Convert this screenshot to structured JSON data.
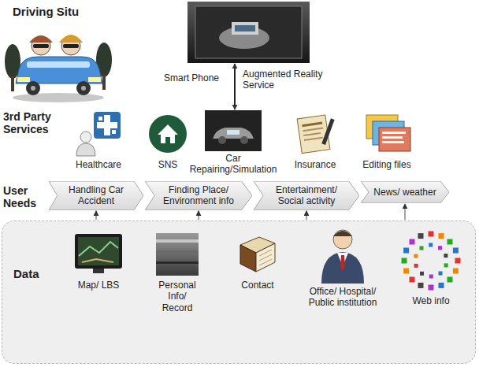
{
  "diagram": {
    "nodes": [
      {
        "text": [
          "Smart Phone"
        ]
      },
      {
        "text": [
          "Healthcare"
        ]
      },
      {
        "text": [
          "SNS"
        ]
      },
      {
        "text": [
          "Car Repairing/Simulation"
        ]
      },
      {
        "text": [
          "Insurance"
        ]
      },
      {
        "text": [
          "Editing files"
        ]
      },
      {
        "text": [
          "Handling Car Accident"
        ]
      },
      {
        "text": [
          "Finding Place/ Environment info"
        ]
      },
      {
        "text": [
          "Entertainment/ Social activity"
        ]
      },
      {
        "text": [
          "News/ weather"
        ]
      },
      {
        "text": [
          "Data"
        ]
      },
      {
        "text": [
          "Map/ LBS"
        ],
        "in": 10
      },
      {
        "text": [
          "Personal Info/ Record"
        ],
        "in": 10
      },
      {
        "text": [
          "Contact"
        ],
        "in": 10
      },
      {
        "text": [
          "Office/ Hospital/ Public institution"
        ],
        "in": 10
      },
      {
        "text": [
          "Web info"
        ],
        "in": 10
      }
    ],
    "edges": [
      {
        "from": 0,
        "to": 3,
        "label": "Augmented Reality Service",
        "arrow": "both"
      },
      {
        "from": 10,
        "to": 6,
        "arrow": "to"
      },
      {
        "from": 10,
        "to": 7,
        "arrow": "to"
      },
      {
        "from": 10,
        "to": 8,
        "arrow": "to"
      },
      {
        "from": 10,
        "to": 9,
        "arrow": "to"
      }
    ],
    "labels": [
      "Driving Situ",
      "3rd Party Services",
      "User Needs"
    ]
  }
}
